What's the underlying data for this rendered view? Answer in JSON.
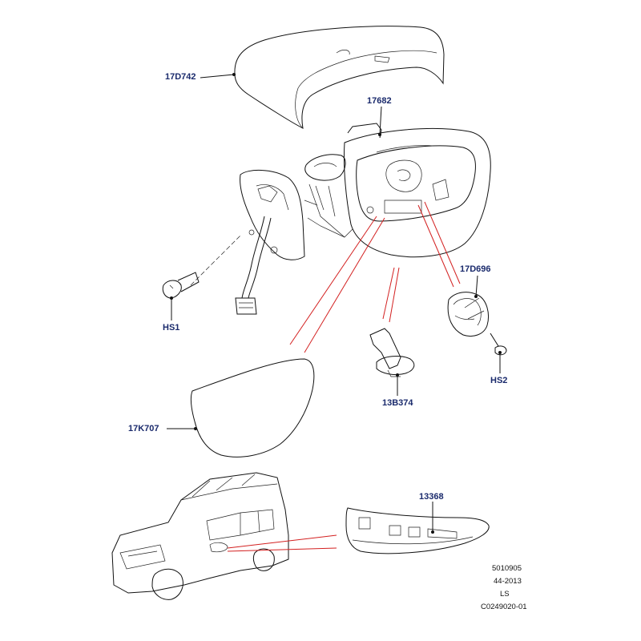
{
  "diagram": {
    "callouts": {
      "cover": "17D742",
      "housing": "17682",
      "motor": "17D696",
      "screw1": "HS1",
      "screw2": "HS2",
      "clip": "13B374",
      "glass": "17K707",
      "indicator": "13368"
    },
    "reference": {
      "line1": "5010905",
      "line2": "44-2013",
      "line3": "LS",
      "line4": "C0249020-01"
    },
    "colors": {
      "label": "#1a2a6c",
      "leader": "#d32020",
      "ink": "#111111"
    }
  }
}
